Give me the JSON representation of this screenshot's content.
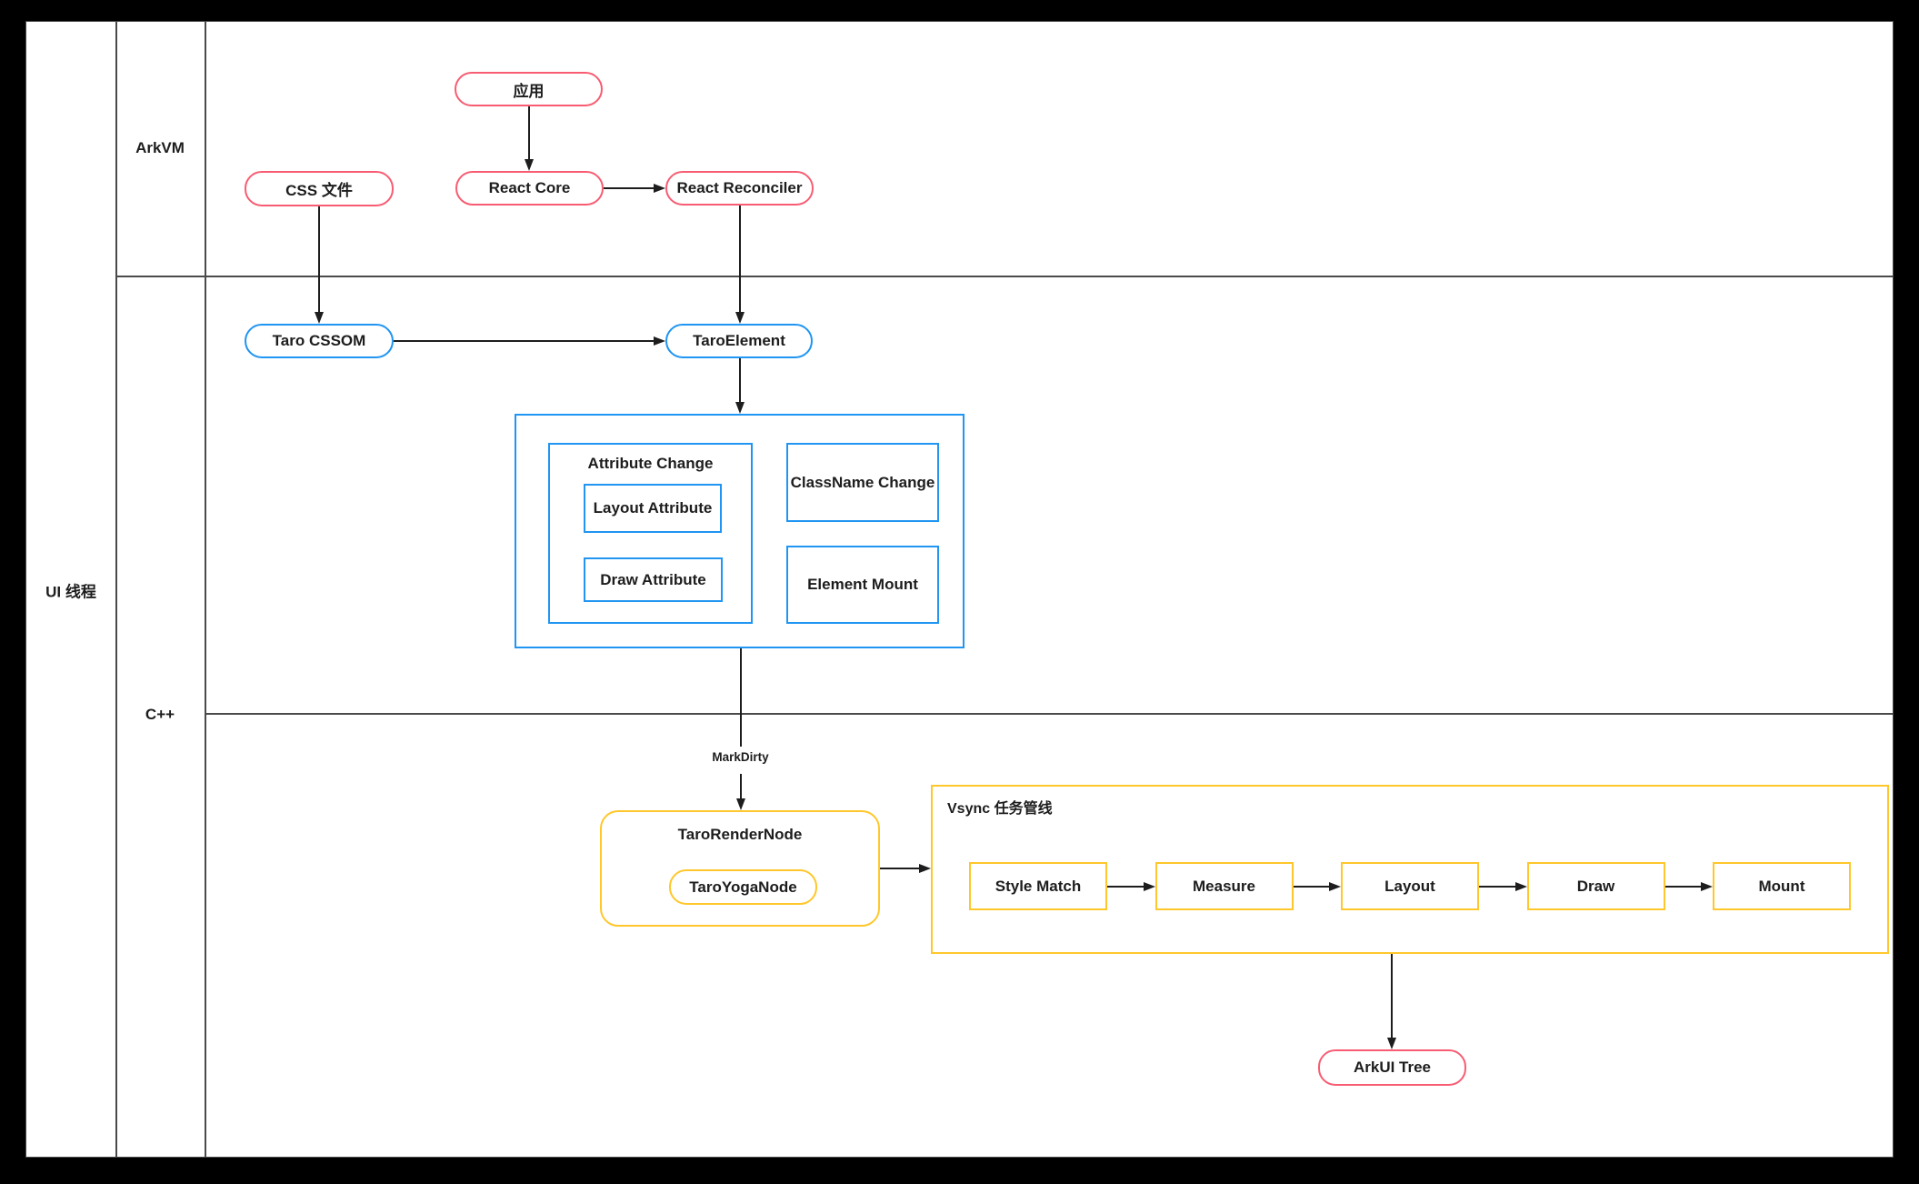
{
  "lanes": {
    "thread_label": "UI 线程",
    "row_top_label": "ArkVM",
    "row_bottom_label": "C++"
  },
  "nodes": {
    "app": "应用",
    "css_file": "CSS 文件",
    "react_core": "React Core",
    "react_reconciler": "React Reconciler",
    "taro_cssom": "Taro CSSOM",
    "taro_element": "TaroElement",
    "attribute_change": "Attribute Change",
    "layout_attribute": "Layout Attribute",
    "draw_attribute": "Draw Attribute",
    "classname_change": "ClassName Change",
    "element_mount": "Element Mount",
    "taro_render_node": "TaroRenderNode",
    "taro_yoga_node": "TaroYogaNode",
    "vsync_pipeline_title": "Vsync 任务管线",
    "arkui_tree": "ArkUI Tree"
  },
  "pipeline": [
    "Style Match",
    "Measure",
    "Layout",
    "Draw",
    "Mount"
  ],
  "edge_labels": {
    "mark_dirty": "MarkDirty"
  },
  "colors": {
    "node_pink_border": "#f85c72",
    "node_blue_border": "#2095f2",
    "node_yellow_border": "#ffc72b",
    "arrow_and_text": "#1d1d1d",
    "grid_line": "#4a4a4a",
    "canvas_background": "#ffffff",
    "frame_background": "#000000"
  }
}
